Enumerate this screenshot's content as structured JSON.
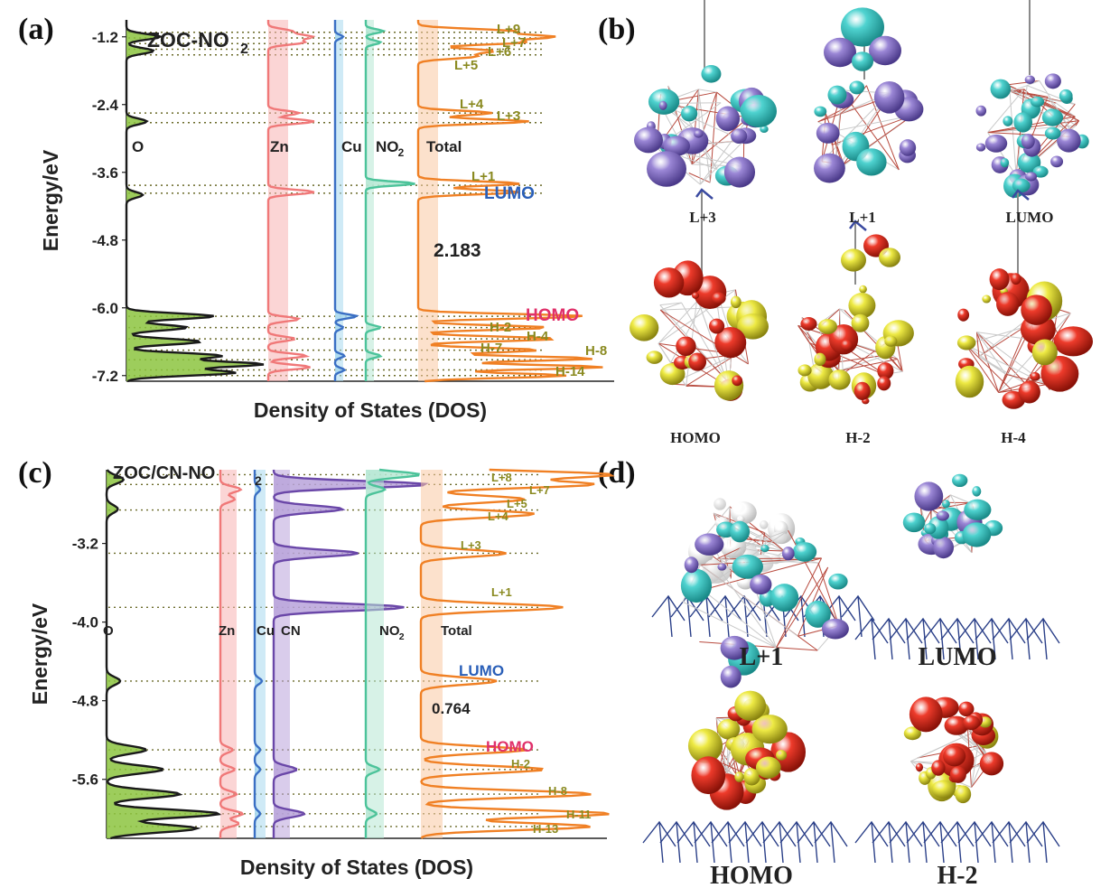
{
  "panels": {
    "a": "(a)",
    "b": "(b)",
    "c": "(c)",
    "d": "(d)"
  },
  "chart_data": [
    {
      "id": "a",
      "type": "line",
      "title": "ZOC-NO",
      "title_sub": "2",
      "xlabel": "Density of States (DOS)",
      "ylabel": "Energy/eV",
      "yticks": [
        "-1.2",
        "-2.4",
        "-3.6",
        "-4.8",
        "-6.0",
        "-7.2"
      ],
      "ytick_values": [
        -1.2,
        -2.4,
        -3.6,
        -4.8,
        -6.0,
        -7.2
      ],
      "ylim": [
        -7.3,
        -0.9
      ],
      "gap_label": "2.183",
      "colors": {
        "O": "#1a1a1a",
        "O_fill": "#8cc43f",
        "Zn": "#f07878",
        "Zn_fill": "#f7b2b2",
        "Cu": "#3a6fc4",
        "Cu_fill": "#a8d8ef",
        "NO2": "#4cc39a",
        "NO2_fill": "#b6e8d4",
        "Total": "#f08024",
        "Total_fill": "#f9c9a3",
        "guide": "#6b6b2a"
      },
      "series": [
        {
          "name": "O",
          "peaks": [
            [
              -1.2,
              0.25
            ],
            [
              -1.45,
              0.2
            ],
            [
              -2.7,
              0.15
            ],
            [
              -4.0,
              0.12
            ],
            [
              -6.15,
              0.65
            ],
            [
              -6.35,
              0.45
            ],
            [
              -6.6,
              0.55
            ],
            [
              -6.85,
              0.7
            ],
            [
              -7.0,
              1.0
            ],
            [
              -7.15,
              0.8
            ]
          ]
        },
        {
          "name": "Zn",
          "peaks": [
            [
              -1.1,
              0.3
            ],
            [
              -1.2,
              0.55
            ],
            [
              -1.3,
              0.45
            ],
            [
              -2.55,
              0.4
            ],
            [
              -2.7,
              0.6
            ],
            [
              -3.95,
              0.6
            ],
            [
              -6.2,
              0.4
            ],
            [
              -6.55,
              0.35
            ],
            [
              -6.85,
              0.5
            ],
            [
              -7.05,
              0.55
            ]
          ]
        },
        {
          "name": "Cu",
          "peaks": [
            [
              -1.2,
              0.3
            ],
            [
              -6.15,
              0.8
            ],
            [
              -6.35,
              0.3
            ],
            [
              -6.85,
              0.35
            ],
            [
              -7.1,
              0.35
            ]
          ]
        },
        {
          "name": "NO2",
          "peaks": [
            [
              -1.1,
              0.35
            ],
            [
              -1.3,
              0.3
            ],
            [
              -3.8,
              1.0
            ],
            [
              -6.35,
              0.3
            ],
            [
              -6.85,
              0.3
            ]
          ]
        },
        {
          "name": "Total",
          "peaks": [
            [
              -1.1,
              0.5
            ],
            [
              -1.2,
              0.7
            ],
            [
              -1.3,
              0.55
            ],
            [
              -1.45,
              0.4
            ],
            [
              -1.55,
              0.3
            ],
            [
              -2.55,
              0.4
            ],
            [
              -2.7,
              0.6
            ],
            [
              -3.8,
              0.55
            ],
            [
              -3.95,
              0.55
            ],
            [
              -6.15,
              0.9
            ],
            [
              -6.35,
              0.7
            ],
            [
              -6.55,
              0.75
            ],
            [
              -6.75,
              0.65
            ],
            [
              -6.9,
              0.95
            ],
            [
              -7.05,
              1.0
            ],
            [
              -7.2,
              0.8
            ]
          ]
        }
      ],
      "labels": [
        {
          "text": "L+9",
          "e": -1.12
        },
        {
          "text": "L+6",
          "e": -1.32
        },
        {
          "text": "L+7",
          "e": -1.42
        },
        {
          "text": "L+5",
          "e": -1.62
        },
        {
          "text": "L+4",
          "e": -2.55
        },
        {
          "text": "L+3",
          "e": -2.72
        },
        {
          "text": "L+1",
          "e": -3.83
        },
        {
          "text": "LUMO",
          "e": -4.0
        },
        {
          "text": "HOMO",
          "e": -6.15
        },
        {
          "text": "H-2",
          "e": -6.38
        },
        {
          "text": "H-4",
          "e": -6.48
        },
        {
          "text": "H-7",
          "e": -6.75
        },
        {
          "text": "H-8",
          "e": -6.92
        },
        {
          "text": "H-14",
          "e": -7.15
        }
      ],
      "guide_energies": [
        -1.12,
        -1.22,
        -1.32,
        -1.42,
        -1.52,
        -2.55,
        -2.72,
        -3.83,
        -3.97,
        -6.15,
        -6.35,
        -6.55,
        -6.75,
        -6.92,
        -7.1,
        -7.2
      ],
      "col_labels": [
        "O",
        "Zn",
        "Cu",
        "NO",
        "Total"
      ]
    },
    {
      "id": "c",
      "type": "line",
      "title": "ZOC/CN-NO",
      "title_sub": "2",
      "xlabel": "Density of States (DOS)",
      "ylabel": "Energy/eV",
      "yticks": [
        "-3.2",
        "-4.0",
        "-4.8",
        "-5.6"
      ],
      "ytick_values": [
        -3.2,
        -4.0,
        -4.8,
        -5.6
      ],
      "ylim": [
        -6.2,
        -2.45
      ],
      "gap_label": "0.764",
      "colors": {
        "O": "#1a1a1a",
        "O_fill": "#8cc43f",
        "Zn": "#f07878",
        "Zn_fill": "#f7b2b2",
        "Cu": "#3a6fc4",
        "Cu_fill": "#a8d8ef",
        "CN": "#6a47a8",
        "CN_fill": "#b9a3db",
        "NO2": "#4cc39a",
        "NO2_fill": "#b6e8d4",
        "Total": "#f08024",
        "Total_fill": "#f9c9a3",
        "guide": "#6b6b2a"
      },
      "series": [
        {
          "name": "O",
          "peaks": [
            [
              -2.55,
              0.15
            ],
            [
              -2.85,
              0.1
            ],
            [
              -4.6,
              0.12
            ],
            [
              -5.3,
              0.35
            ],
            [
              -5.5,
              0.5
            ],
            [
              -5.75,
              0.65
            ],
            [
              -5.95,
              1.0
            ],
            [
              -6.1,
              0.8
            ]
          ]
        },
        {
          "name": "Zn",
          "peaks": [
            [
              -2.65,
              0.5
            ],
            [
              -2.75,
              0.35
            ],
            [
              -5.3,
              0.3
            ],
            [
              -5.5,
              0.35
            ],
            [
              -5.75,
              0.4
            ],
            [
              -5.95,
              0.55
            ],
            [
              -6.05,
              0.45
            ]
          ]
        },
        {
          "name": "Cu",
          "peaks": [
            [
              -2.65,
              0.3
            ],
            [
              -4.6,
              0.4
            ],
            [
              -5.3,
              0.3
            ],
            [
              -5.5,
              0.3
            ],
            [
              -5.95,
              0.3
            ]
          ]
        },
        {
          "name": "CN",
          "peaks": [
            [
              -2.6,
              1.0
            ],
            [
              -2.85,
              0.45
            ],
            [
              -3.3,
              0.55
            ],
            [
              -3.85,
              0.85
            ],
            [
              -5.5,
              0.15
            ],
            [
              -5.95,
              0.2
            ]
          ]
        },
        {
          "name": "NO2",
          "peaks": [
            [
              -2.5,
              1.0
            ],
            [
              -2.65,
              0.35
            ],
            [
              -5.5,
              0.25
            ],
            [
              -5.95,
              0.2
            ]
          ]
        },
        {
          "name": "Total",
          "peaks": [
            [
              -2.5,
              1.0
            ],
            [
              -2.6,
              0.9
            ],
            [
              -2.75,
              0.55
            ],
            [
              -2.9,
              0.6
            ],
            [
              -3.3,
              0.45
            ],
            [
              -3.85,
              0.75
            ],
            [
              -4.6,
              0.4
            ],
            [
              -5.3,
              0.55
            ],
            [
              -5.5,
              0.65
            ],
            [
              -5.75,
              0.9
            ],
            [
              -5.95,
              1.0
            ],
            [
              -6.08,
              0.9
            ]
          ]
        }
      ],
      "labels": [
        {
          "text": "L+8",
          "e": -2.5
        },
        {
          "text": "L+7",
          "e": -2.6
        },
        {
          "text": "L+5",
          "e": -2.72
        },
        {
          "text": "L+4",
          "e": -2.86
        },
        {
          "text": "L+3",
          "e": -3.3
        },
        {
          "text": "L+1",
          "e": -3.85
        },
        {
          "text": "LUMO",
          "e": -4.6
        },
        {
          "text": "HOMO",
          "e": -5.3
        },
        {
          "text": "H-2",
          "e": -5.5
        },
        {
          "text": "H-8",
          "e": -5.75
        },
        {
          "text": "H-11",
          "e": -5.95
        },
        {
          "text": "H-13",
          "e": -6.08
        }
      ],
      "guide_energies": [
        -2.5,
        -2.6,
        -2.86,
        -3.3,
        -3.85,
        -4.6,
        -5.3,
        -5.5,
        -5.75,
        -5.95,
        -6.08
      ],
      "col_labels": [
        "O",
        "Zn",
        "Cu",
        "CN",
        "NO",
        "Total"
      ]
    }
  ],
  "orbitals_b": [
    "L+3",
    "L+1",
    "LUMO",
    "HOMO",
    "H-2",
    "H-4"
  ],
  "orbitals_d": [
    "L+1",
    "LUMO",
    "HOMO",
    "H-2"
  ]
}
